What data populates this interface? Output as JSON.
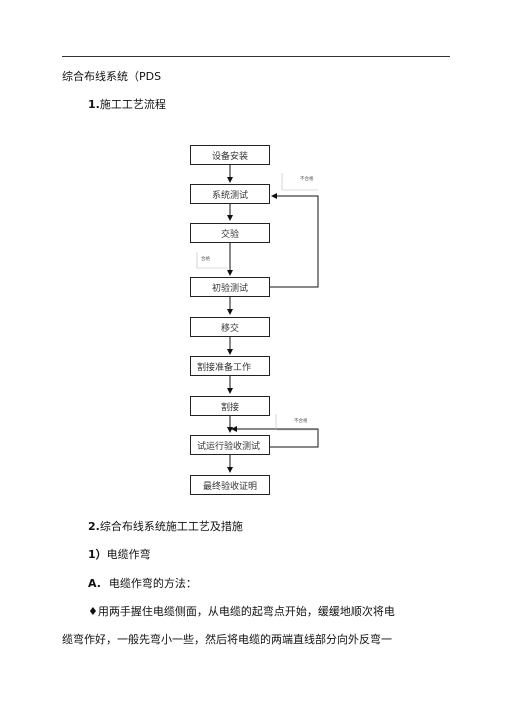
{
  "doc": {
    "heading": "综合布线系统（PDS",
    "section1": {
      "num": "1.",
      "title": "施工工艺流程"
    },
    "section2": {
      "num": "2.",
      "title": "综合布线系统施工工艺及措施"
    },
    "sub1": {
      "num": "1）",
      "title": "电缆作弯"
    },
    "subA": {
      "num": "A.",
      "title": "电缆作弯的方法："
    },
    "para_line1": "♦用两手握住电缆侧面，从电缆的起弯点开始，缓缓地顺次将电",
    "para_line2": "缆弯作好，一般先弯小一些，然后将电缆的两端直线部分向外反弯一"
  },
  "flow": {
    "steps": [
      "设备安装",
      "系统测试",
      "交验",
      "初验测试",
      "移交",
      "割接准备工作",
      "割接",
      "试运行验收测试",
      "最终验收证明"
    ],
    "notes": {
      "n1": "不合格",
      "n2": "合格",
      "n3": "不合格"
    }
  }
}
